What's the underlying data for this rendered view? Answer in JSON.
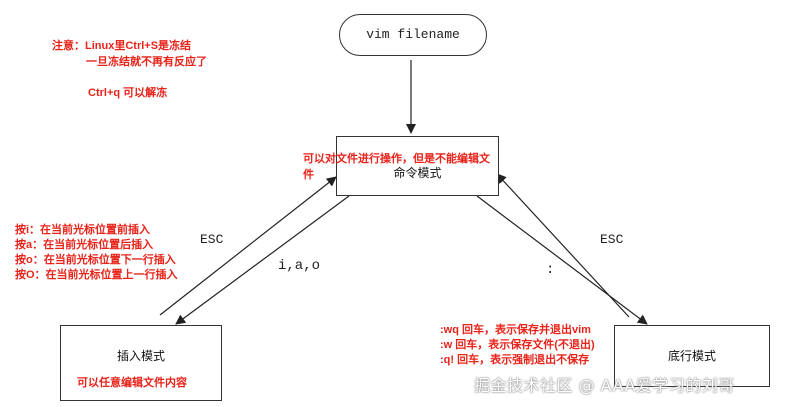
{
  "start_node": {
    "label": "vim filename"
  },
  "nodes": {
    "command": {
      "title": "命令模式",
      "note": "可以对文件进行操作，但是不能编辑文件"
    },
    "insert": {
      "title": "插入模式",
      "note": "可以任意编辑文件内容"
    },
    "lastline": {
      "title": "底行模式"
    }
  },
  "edges": {
    "command_to_insert": "i,a,o",
    "insert_to_command": "ESC",
    "command_to_lastline": ":",
    "lastline_to_command": "ESC"
  },
  "notes": {
    "freeze": [
      "注意：Linux里Ctrl+S是冻结",
      "一旦冻结就不再有反应了",
      "Ctrl+q  可以解冻"
    ],
    "insert_keys": [
      "按i：在当前光标位置前插入",
      "按a：在当前光标位置后插入",
      "按o：在当前光标位置下一行插入",
      "按O：在当前光标位置上一行插入"
    ],
    "lastline_cmds": [
      ":wq 回车，表示保存并退出vim",
      ":w 回车，表示保存文件(不退出)",
      ":q! 回车，表示强制退出不保存"
    ]
  },
  "watermark": "掘金技术社区 @ AAA爱学习的刘哥",
  "colors": {
    "note": "#e8231a",
    "line": "#222222"
  }
}
